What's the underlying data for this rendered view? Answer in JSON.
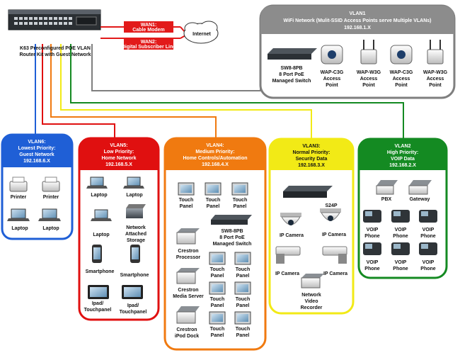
{
  "router": {
    "caption_line1": "K63 Preconfigured POE VLAN",
    "caption_line2": "Router Kit with Guest Network"
  },
  "wan": {
    "wan1_title": "WAN1:",
    "wan1_text": "Cable Modem",
    "wan2_title": "WAN2:",
    "wan2_text": "Digital Subscriber Line",
    "internet": "Internet"
  },
  "vlan1": {
    "title": "VLAN1",
    "subtitle": "WiFi Network (Mulit-SSID Access Points serve Multiple VLANs)",
    "subnet": "192.168.1.X",
    "switch_l1": "SW8-8PB",
    "switch_l2": "8 Port PoE",
    "switch_l3": "Managed Switch",
    "ap1_l1": "WAP-C3G",
    "ap1_l2": "Access",
    "ap1_l3": "Point",
    "ap2_l1": "WAP-W3G",
    "ap2_l2": "Access",
    "ap2_l3": "Point",
    "ap3_l1": "WAP-C3G",
    "ap3_l2": "Access",
    "ap3_l3": "Point",
    "ap4_l1": "WAP-W3G",
    "ap4_l2": "Access",
    "ap4_l3": "Point"
  },
  "vlan6": {
    "title": "VLAN6:",
    "line1": "Lowest Priority:",
    "line2": "Guest Network",
    "subnet": "192.168.6.X",
    "printer1": "Printer",
    "printer2": "Printer",
    "laptop1": "Laptop",
    "laptop2": "Laptop"
  },
  "vlan5": {
    "title": "VLAN5:",
    "line1": "Low Priority:",
    "line2": "Home Network",
    "subnet": "192.168.5.X",
    "laptop1": "Laptop",
    "laptop2": "Laptop",
    "laptop3": "Laptop",
    "nas_l1": "Network",
    "nas_l2": "Attached",
    "nas_l3": "Storage",
    "phone1": "Smartphone",
    "phone2": "Smartphone",
    "ipad1_l1": "Ipad/",
    "ipad1_l2": "Touchpanel",
    "ipad2_l1": "Ipad/",
    "ipad2_l2": "Touchpanel"
  },
  "vlan4": {
    "title": "VLAN4:",
    "line1": "Medium Priority:",
    "line2": "Home Controls/Automation",
    "subnet": "192.168.4.X",
    "touch_l1": "Touch",
    "touch_l2": "Panel",
    "switch_l1": "SW8-8PB",
    "switch_l2": "8 Port PoE",
    "switch_l3": "Managed Switch",
    "proc_l1": "Crestron",
    "proc_l2": "Processor",
    "media_l1": "Crestron",
    "media_l2": "Media Server",
    "dock_l1": "Crestron",
    "dock_l2": "iPod Dock"
  },
  "vlan3": {
    "title": "VLAN3:",
    "line1": "Normal Priority:",
    "line2": "Security Data",
    "subnet": "192.168.3.X",
    "nvr_model": "S24P",
    "cam1": "IP Camera",
    "cam2": "IP Camera",
    "cam3": "IP Camera",
    "cam4": "IP Camera",
    "rec_l1": "Network",
    "rec_l2": "Video",
    "rec_l3": "Recorder"
  },
  "vlan2": {
    "title": "VLAN2",
    "line1": "High Priority:",
    "line2": "VOIP Data",
    "subnet": "192.168.2.X",
    "pbx": "PBX",
    "gateway": "Gateway",
    "phone_l1": "VOIP",
    "phone_l2": "Phone"
  },
  "colors": {
    "vlan1": "#7f7f7f",
    "vlan6": "#1f5fd6",
    "vlan5": "#e01010",
    "vlan4": "#f07a10",
    "vlan3": "#f2ea16",
    "vlan2": "#148a22",
    "wan": "#e21a1a"
  }
}
